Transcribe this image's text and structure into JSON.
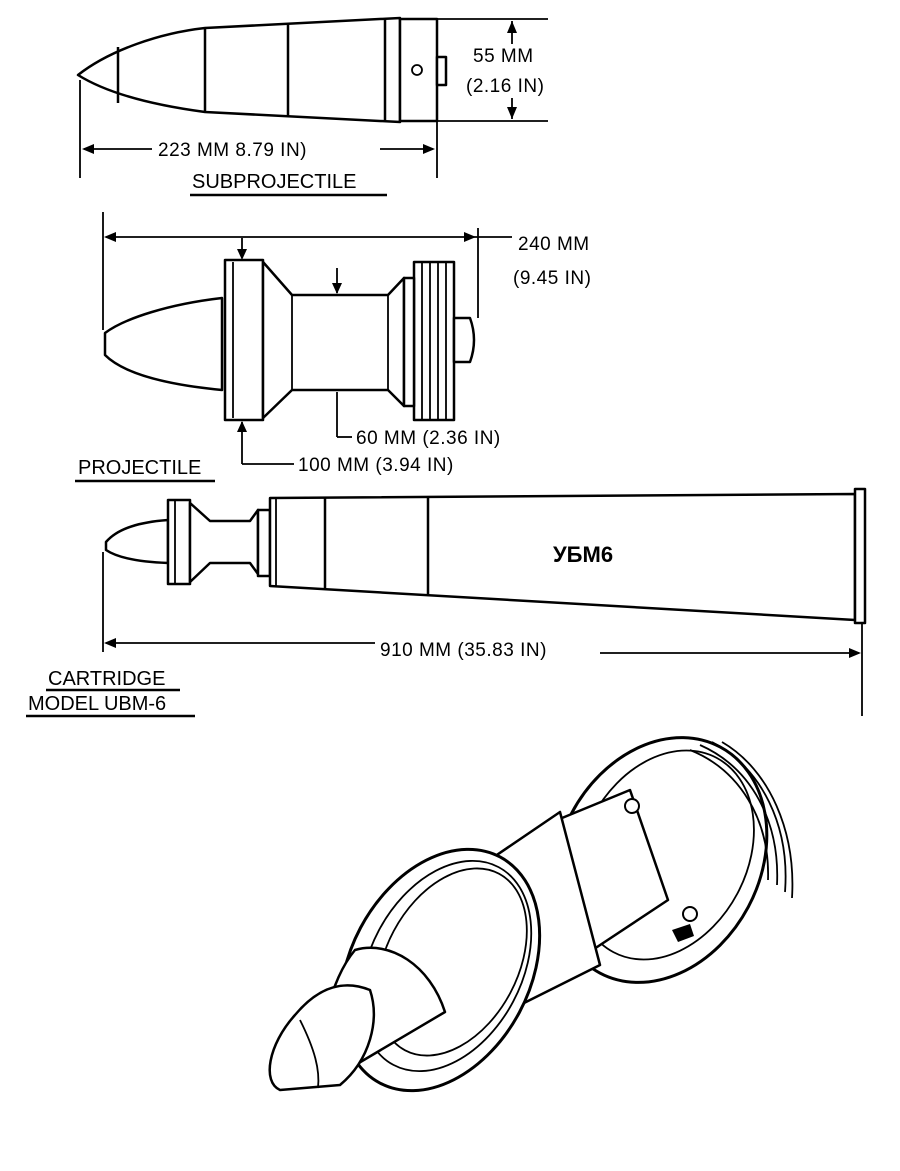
{
  "subprojectile": {
    "title": "SUBPROJECTILE",
    "length_label": "223 MM  8.79 IN)",
    "diameter_mm": "55 MM",
    "diameter_in": "(2.16 IN)"
  },
  "projectile": {
    "title": "PROJECTILE",
    "length_mm": "240 MM",
    "length_in": "(9.45 IN)",
    "body_diameter": "60 MM    (2.36 IN)",
    "sabot_diameter": "100 MM (3.94 IN)"
  },
  "cartridge": {
    "title_line1": "CARTRIDGE",
    "title_line2": "MODEL UBM-6",
    "marking": "УБМ6",
    "length_label": "910 MM (35.83 IN)"
  }
}
